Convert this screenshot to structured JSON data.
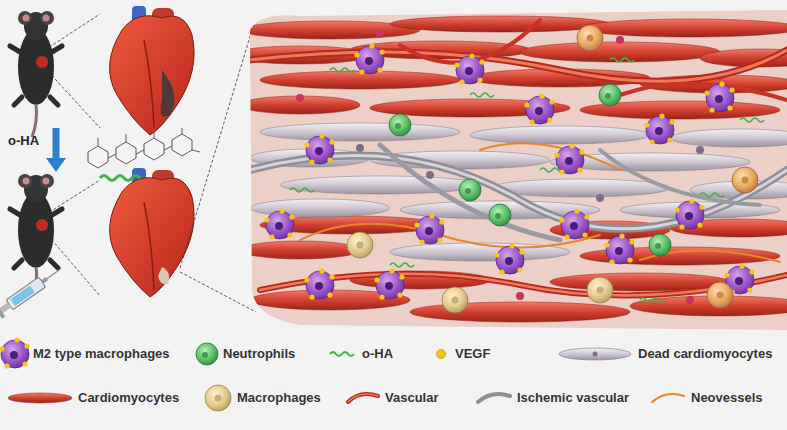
{
  "diagram": {
    "labels": [
      "o-HA"
    ],
    "legend": [
      {
        "text": "M2 type macrophages"
      },
      {
        "text": "Neutrophils"
      },
      {
        "text": "o-HA"
      },
      {
        "text": "VEGF",
        "color": "#f2c41a"
      },
      {
        "text": "Dead cardiomyocytes"
      },
      {
        "text": "Cardiomyocytes"
      },
      {
        "text": "Macrophages"
      },
      {
        "text": "Vascular"
      },
      {
        "text": "Ischemic vascular"
      },
      {
        "text": "Neovessels"
      }
    ]
  }
}
